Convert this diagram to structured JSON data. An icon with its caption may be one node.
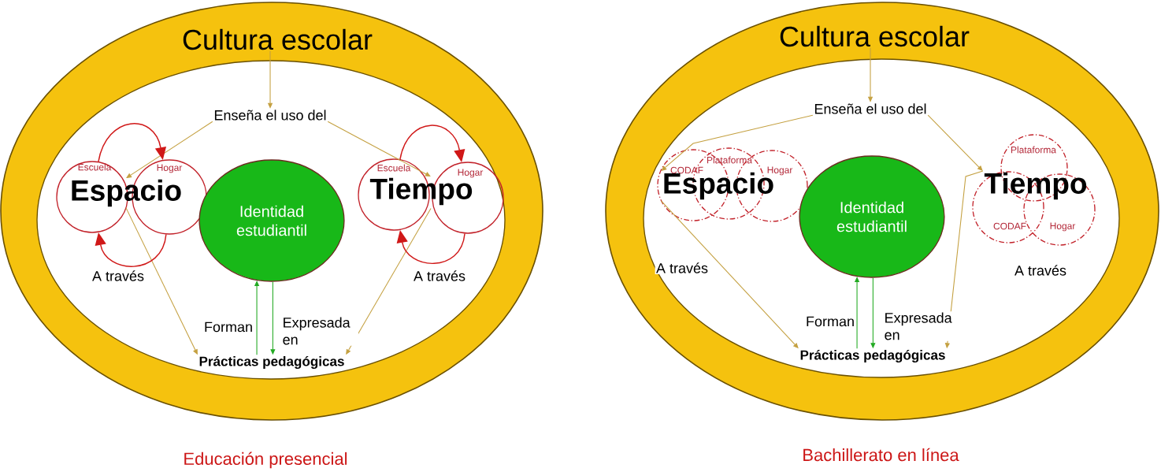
{
  "diagram": {
    "nodes": [
      {
        "text": [
          "Cultura escolar"
        ],
        "beside": [
          "Educación presencial"
        ]
      },
      {
        "text": [
          "Enseña el uso del"
        ],
        "in": 0
      },
      {
        "text": [
          "Escuela"
        ],
        "in": 0
      },
      {
        "text": [
          "Hogar"
        ],
        "in": 0
      },
      {
        "text": [
          "Espacio"
        ],
        "in": 0
      },
      {
        "text": [
          "Identidad estudiantil"
        ],
        "in": 0
      },
      {
        "text": [
          "Escuela"
        ],
        "in": 0
      },
      {
        "text": [
          "Hogar"
        ],
        "in": 0
      },
      {
        "text": [
          "Tiempo"
        ],
        "in": 0
      },
      {
        "text": [
          "Prácticas pedagógicas"
        ],
        "in": 0
      },
      {
        "text": [
          "Cultura escolar"
        ],
        "beside": [
          "Bachillerato en línea"
        ]
      },
      {
        "text": [
          "Enseña el uso del"
        ],
        "in": 10
      },
      {
        "text": [
          "CODAF"
        ],
        "in": 10
      },
      {
        "text": [
          "Plataforma"
        ],
        "in": 10
      },
      {
        "text": [
          "Hogar"
        ],
        "in": 10
      },
      {
        "text": [
          "Espacio"
        ],
        "in": 10
      },
      {
        "text": [
          "Identidad estudiantil"
        ],
        "in": 10
      },
      {
        "text": [
          "Plataforma"
        ],
        "in": 10
      },
      {
        "text": [
          "CODAF"
        ],
        "in": 10
      },
      {
        "text": [
          "Hogar"
        ],
        "in": 10
      },
      {
        "text": [
          "Tiempo"
        ],
        "in": 10
      },
      {
        "text": [
          "Prácticas pedagógicas"
        ],
        "in": 10
      }
    ],
    "edges": [
      {
        "from": 0,
        "to": 1,
        "arrow": "to"
      },
      {
        "from": 1,
        "to": 4,
        "arrow": "to"
      },
      {
        "from": 1,
        "to": 8,
        "arrow": "to"
      },
      {
        "from": 4,
        "to": 9,
        "arrow": "to",
        "label": "A través"
      },
      {
        "from": 8,
        "to": 9,
        "arrow": "to",
        "label": "A través"
      },
      {
        "from": 9,
        "to": 5,
        "arrow": "to",
        "label": "Forman",
        "color": "#22aa22"
      },
      {
        "from": 5,
        "to": 9,
        "arrow": "to",
        "label": "Expresada en",
        "color": "#22aa22"
      },
      {
        "from": 2,
        "to": 3,
        "arrow": "to",
        "color": "#d01818"
      },
      {
        "from": 3,
        "to": 2,
        "arrow": "to",
        "color": "#d01818"
      },
      {
        "from": 6,
        "to": 7,
        "arrow": "to",
        "color": "#d01818"
      },
      {
        "from": 7,
        "to": 6,
        "arrow": "to",
        "color": "#d01818"
      },
      {
        "from": 10,
        "to": 11,
        "arrow": "to"
      },
      {
        "from": 11,
        "to": 15,
        "arrow": "to"
      },
      {
        "from": 11,
        "to": 20,
        "arrow": "to"
      },
      {
        "from": 15,
        "to": 21,
        "arrow": "to",
        "label": "A través"
      },
      {
        "from": 20,
        "to": 21,
        "arrow": "to",
        "label": "A través"
      },
      {
        "from": 21,
        "to": 16,
        "arrow": "to",
        "label": "Forman",
        "color": "#22aa22"
      },
      {
        "from": 16,
        "to": 21,
        "arrow": "to",
        "label": "Expresada en",
        "color": "#22aa22"
      }
    ]
  }
}
